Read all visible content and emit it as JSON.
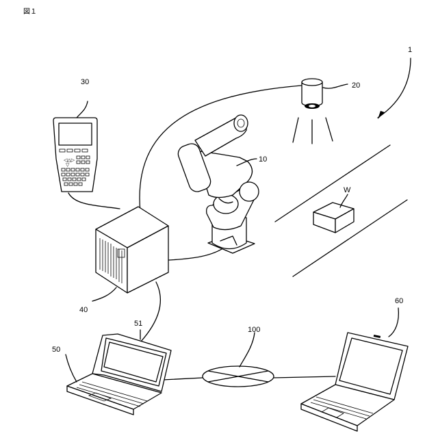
{
  "figure": {
    "label": "図１"
  },
  "refs": {
    "system": "1",
    "robot": "10",
    "camera": "20",
    "pendant": "30",
    "controller": "40",
    "laptop_a": "50",
    "laptop_a_display": "51",
    "laptop_b": "60",
    "network": "100",
    "workpiece": "W"
  }
}
